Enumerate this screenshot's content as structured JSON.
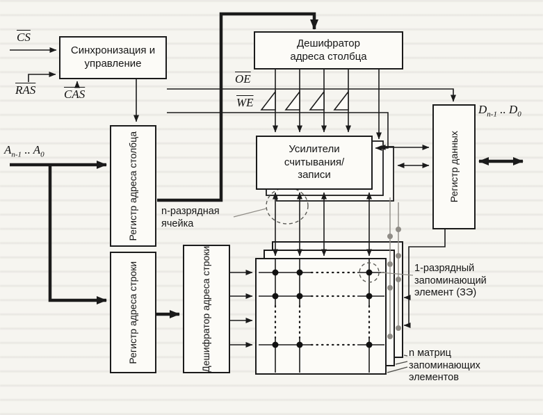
{
  "blocks": {
    "sync": {
      "label": "Синхронизация и управление"
    },
    "col_decoder": {
      "label": "Дешифратор адреса столбца"
    },
    "amps": {
      "label": "Усилители считывания/ записи"
    },
    "col_reg": {
      "label": "Регистр адреса столбца"
    },
    "row_reg": {
      "label": "Регистр адреса строки"
    },
    "row_decoder": {
      "label": "Дешифратор адреса строки"
    },
    "data_reg": {
      "label": "Регистр данных"
    }
  },
  "signals": {
    "cs": "CS",
    "ras": "RAS",
    "cas": "CAS",
    "oe": "OE",
    "we": "WE",
    "addr": {
      "base": "A",
      "sub_hi": "n-1",
      "dots": " .. ",
      "base2": "A",
      "sub_lo": "0"
    },
    "data": {
      "base": "D",
      "sub_hi": "n-1",
      "dots": " .. ",
      "base2": "D",
      "sub_lo": "0"
    }
  },
  "annotations": {
    "n_bit_cell": "n-разрядная ячейка",
    "one_bit_cell": "1-разрядный запоминающий элемент (ЗЭ)",
    "n_matrices": "n матриц запоминающих элементов"
  },
  "colors": {
    "line": "#1b1b1b",
    "gray_layer": "#8f8c86",
    "paper": "#f6f5f0"
  }
}
